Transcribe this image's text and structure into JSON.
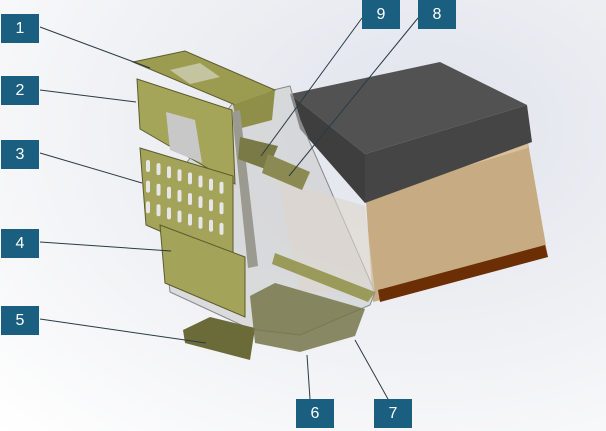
{
  "callouts": [
    {
      "label": "1"
    },
    {
      "label": "2"
    },
    {
      "label": "3"
    },
    {
      "label": "4"
    },
    {
      "label": "5"
    },
    {
      "label": "6"
    },
    {
      "label": "7"
    },
    {
      "label": "8"
    },
    {
      "label": "9"
    }
  ],
  "colors": {
    "callout_bg": "#1a5f80",
    "panel_olive": "#a3a35a",
    "panel_dark_olive": "#6b6b3a",
    "lid": "#4a4a4a",
    "wood": "#c9ad84",
    "base_strip": "#6b2e05"
  }
}
